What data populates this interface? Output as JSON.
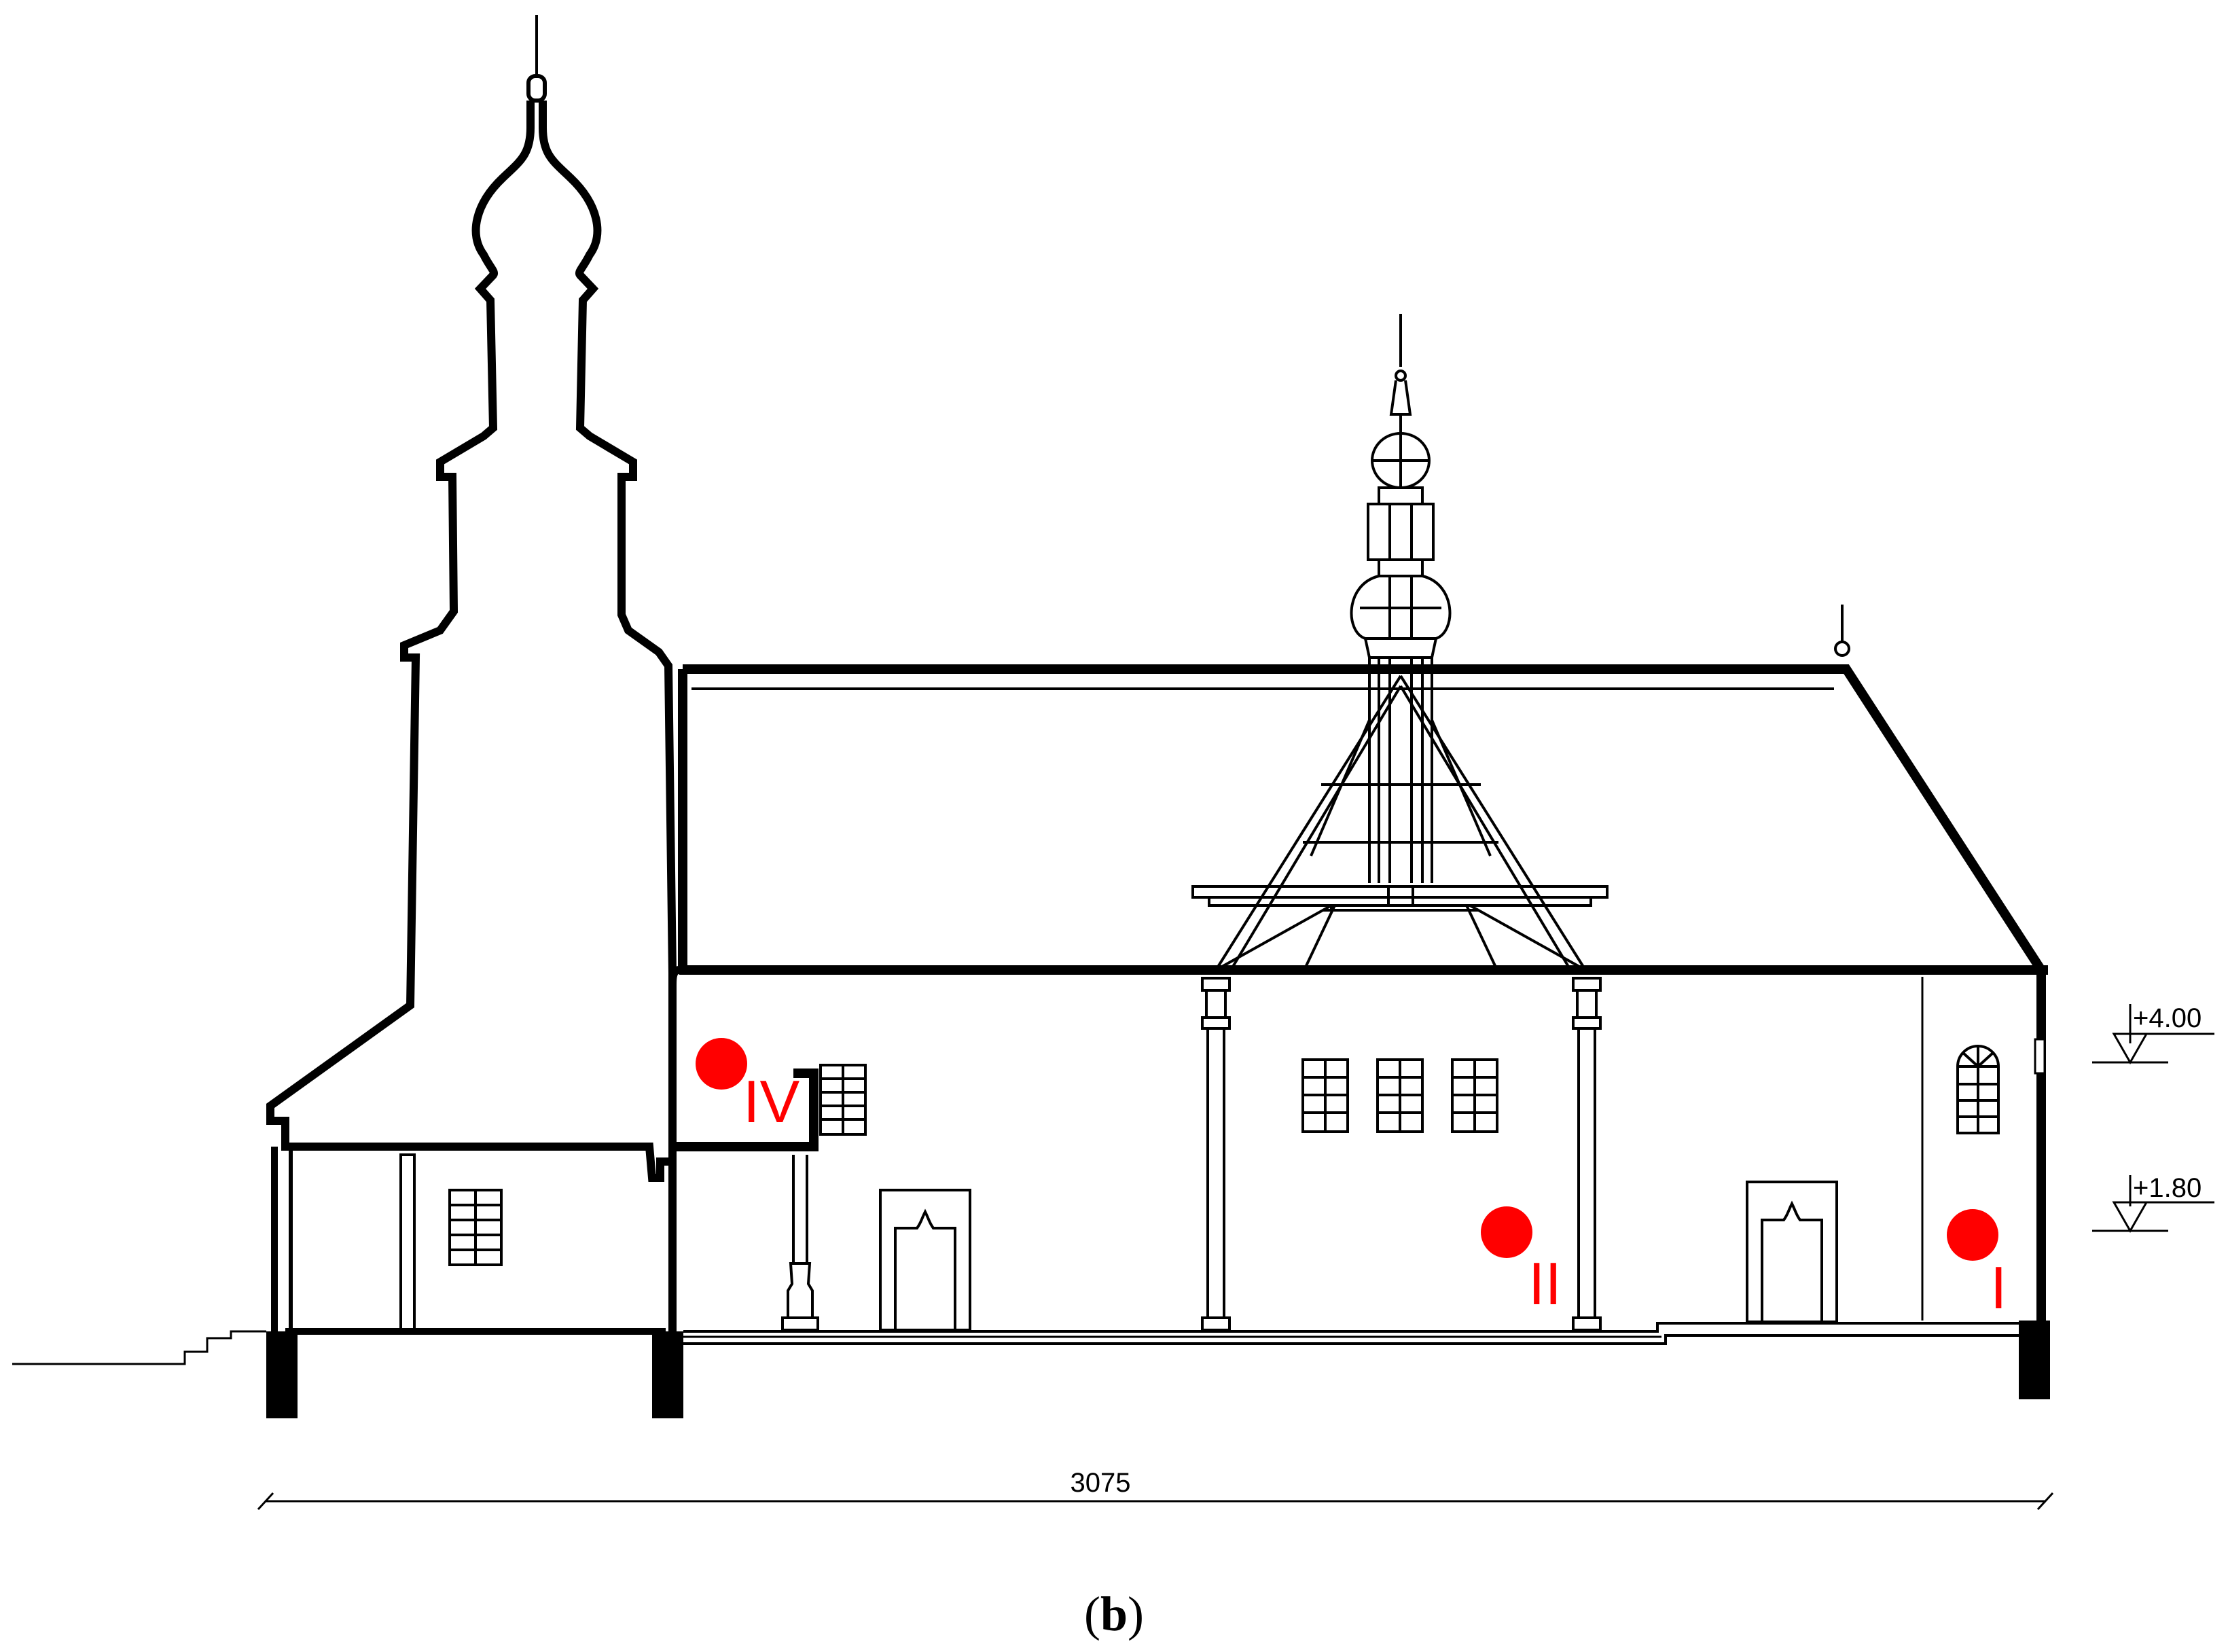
{
  "figure": {
    "caption_open": "(",
    "caption_letter": "b",
    "caption_close": ")"
  },
  "dimension": {
    "total_length": "3075"
  },
  "elevations": [
    {
      "label": "+4.00"
    },
    {
      "label": "+1.80"
    }
  ],
  "measurement_points": [
    {
      "label": "IV"
    },
    {
      "label": "II"
    },
    {
      "label": "I"
    }
  ],
  "colors": {
    "line": "#000000",
    "marker": "#ff0000",
    "background": "#ffffff"
  }
}
